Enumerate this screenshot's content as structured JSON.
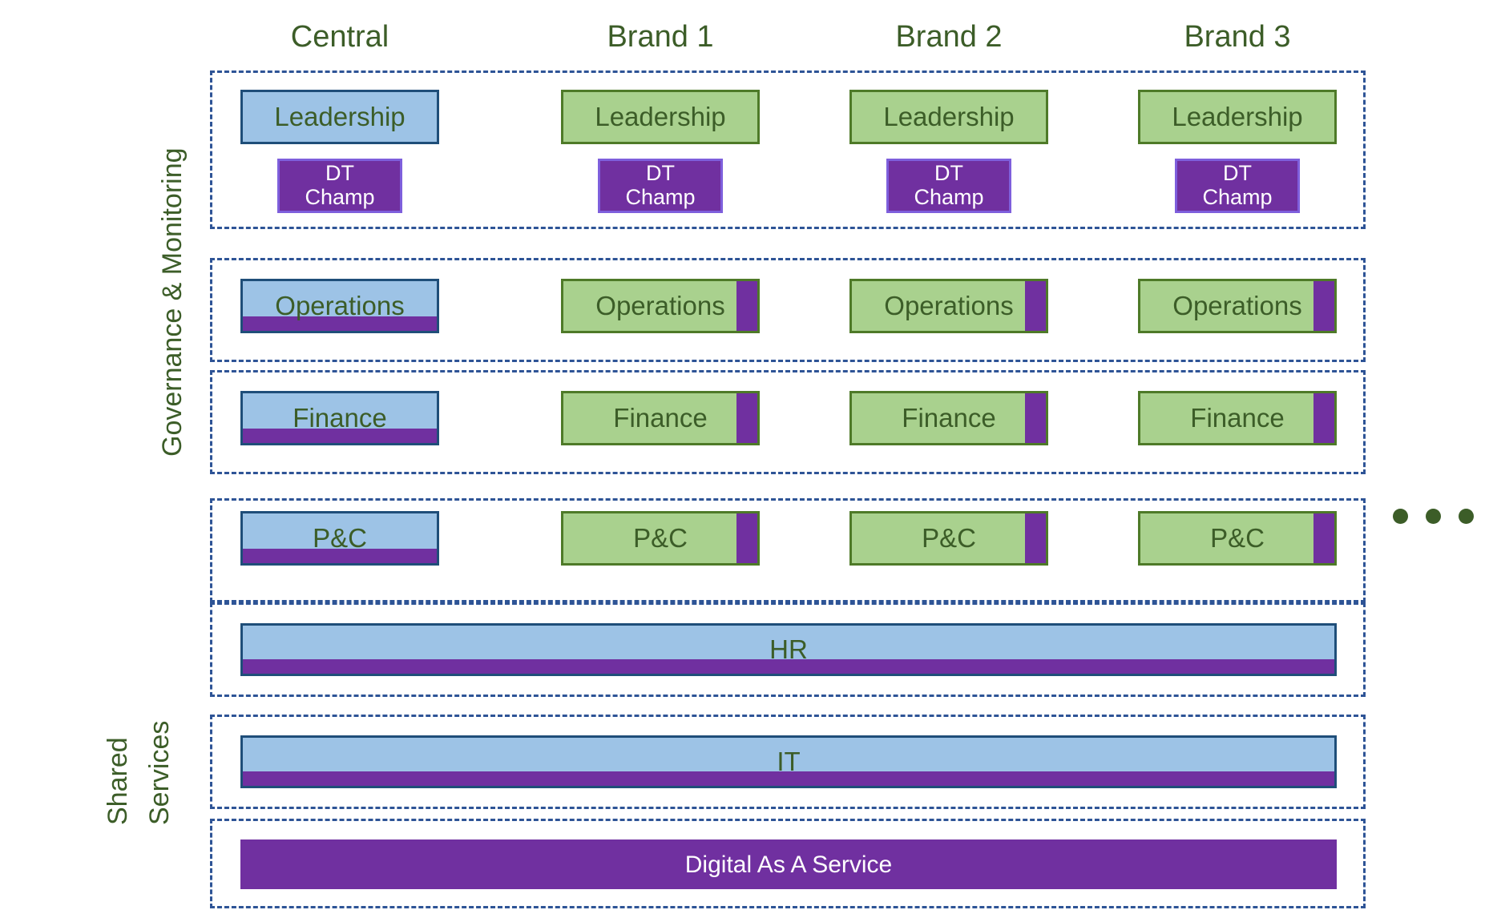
{
  "diagram": {
    "title_hidden": "",
    "colors": {
      "blue_fill": "#9dc3e6",
      "blue_border": "#1f4e79",
      "green_fill": "#a9d18e",
      "green_border": "#4e7a28",
      "purple": "#7030a0",
      "purple_border": "#7e5fdc",
      "dashed_border": "#2e5496",
      "text_green": "#3c5d28",
      "text_white": "#ffffff"
    }
  },
  "columns": [
    {
      "label": "Central"
    },
    {
      "label": "Brand 1"
    },
    {
      "label": "Brand 2"
    },
    {
      "label": "Brand 3"
    }
  ],
  "side_labels": {
    "governance": "Governance & Monitoring",
    "shared_line1": "Shared",
    "shared_line2": "Services"
  },
  "bands": [
    {
      "name": "leadership-band",
      "rows": [
        {
          "name": "leadership-row",
          "cells": [
            {
              "label": "Leadership",
              "style": "blue",
              "accent": "none"
            },
            {
              "label": "Leadership",
              "style": "green",
              "accent": "none"
            },
            {
              "label": "Leadership",
              "style": "green",
              "accent": "none"
            },
            {
              "label": "Leadership",
              "style": "green",
              "accent": "none"
            }
          ]
        },
        {
          "name": "dt-champ-row",
          "cells": [
            {
              "label": "DT\nChamp",
              "style": "purple",
              "accent": "none"
            },
            {
              "label": "DT\nChamp",
              "style": "purple",
              "accent": "none"
            },
            {
              "label": "DT\nChamp",
              "style": "purple",
              "accent": "none"
            },
            {
              "label": "DT\nChamp",
              "style": "purple",
              "accent": "none"
            }
          ]
        }
      ]
    },
    {
      "name": "operations-band",
      "rows": [
        {
          "name": "operations-row",
          "cells": [
            {
              "label": "Operations",
              "style": "blue",
              "accent": "bottom"
            },
            {
              "label": "Operations",
              "style": "green",
              "accent": "right"
            },
            {
              "label": "Operations",
              "style": "green",
              "accent": "right"
            },
            {
              "label": "Operations",
              "style": "green",
              "accent": "right"
            }
          ]
        }
      ]
    },
    {
      "name": "finance-band",
      "rows": [
        {
          "name": "finance-row",
          "cells": [
            {
              "label": "Finance",
              "style": "blue",
              "accent": "bottom"
            },
            {
              "label": "Finance",
              "style": "green",
              "accent": "right"
            },
            {
              "label": "Finance",
              "style": "green",
              "accent": "right"
            },
            {
              "label": "Finance",
              "style": "green",
              "accent": "right"
            }
          ]
        }
      ]
    },
    {
      "name": "pc-band",
      "rows": [
        {
          "name": "pc-row",
          "cells": [
            {
              "label": "P&C",
              "style": "blue",
              "accent": "bottom"
            },
            {
              "label": "P&C",
              "style": "green",
              "accent": "right"
            },
            {
              "label": "P&C",
              "style": "green",
              "accent": "right"
            },
            {
              "label": "P&C",
              "style": "green",
              "accent": "right"
            }
          ]
        }
      ]
    }
  ],
  "shared_bands": [
    {
      "name": "hr-band",
      "label": "HR",
      "style": "blue",
      "accent": "bottom"
    },
    {
      "name": "it-band",
      "label": "IT",
      "style": "blue",
      "accent": "bottom"
    },
    {
      "name": "daas-band",
      "label": "Digital As A Service",
      "style": "purple-plain",
      "accent": "none"
    }
  ],
  "ellipsis": {
    "name": "more-brands-ellipsis",
    "dots": 3
  }
}
